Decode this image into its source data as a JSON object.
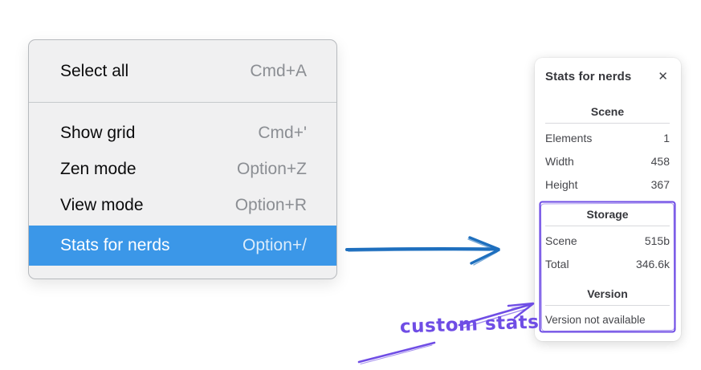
{
  "menu": {
    "groups": [
      [
        {
          "label": "Select all",
          "shortcut": "Cmd+A"
        }
      ],
      [
        {
          "label": "Show grid",
          "shortcut": "Cmd+'"
        },
        {
          "label": "Zen mode",
          "shortcut": "Option+Z"
        },
        {
          "label": "View mode",
          "shortcut": "Option+R"
        },
        {
          "label": "Stats for nerds",
          "shortcut": "Option+/",
          "highlighted": true
        }
      ]
    ]
  },
  "stats_panel": {
    "title": "Stats for nerds",
    "close_icon": "✕",
    "sections": [
      {
        "heading": "Scene",
        "rows": [
          {
            "label": "Elements",
            "value": "1"
          },
          {
            "label": "Width",
            "value": "458"
          },
          {
            "label": "Height",
            "value": "367"
          }
        ]
      },
      {
        "heading": "Storage",
        "rows": [
          {
            "label": "Scene",
            "value": "515b"
          },
          {
            "label": "Total",
            "value": "346.6k"
          }
        ]
      },
      {
        "heading": "Version",
        "rows": [],
        "note": "Version not available"
      }
    ]
  },
  "annotation": {
    "label": "custom stats"
  },
  "colors": {
    "menu_highlight": "#3b97e8",
    "menu_background": "#f0f0f1",
    "arrow_blue": "#1e6fbe",
    "annotation_purple": "#6f4de5",
    "panel_background": "#ffffff"
  }
}
